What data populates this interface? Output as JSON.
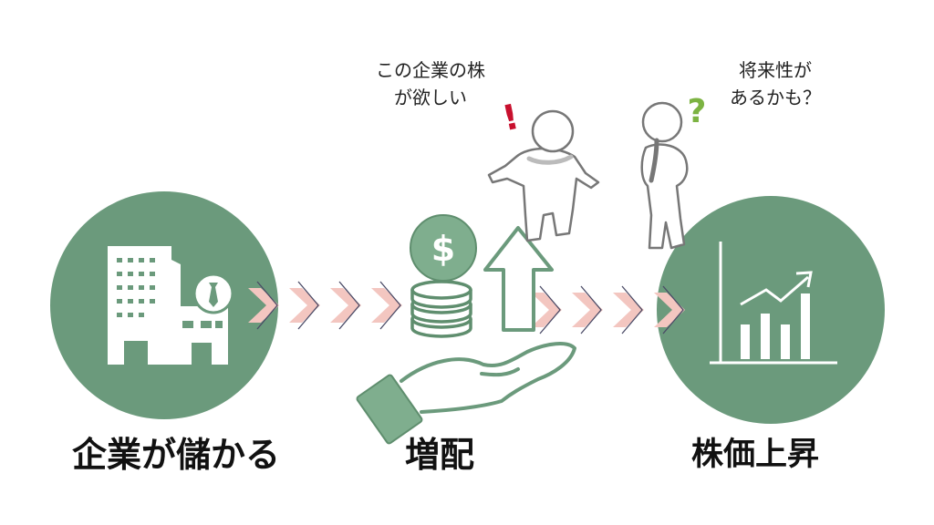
{
  "labels": {
    "company": "企業が儲かる",
    "dividend": "増配",
    "price": "株価上昇"
  },
  "bubbles": {
    "want_line1": "この企業の株",
    "want_line2": "が欲しい",
    "future_line1": "将来性が",
    "future_line2": "あるかも？"
  },
  "marks": {
    "exclamation": "!",
    "question": "?",
    "dollar": "$"
  },
  "colors": {
    "circle": "#6b9a7c",
    "chevron": "#f3c6c0",
    "accent_red": "#c8102e",
    "accent_green": "#7cb342",
    "coin": "#7fae8e"
  }
}
